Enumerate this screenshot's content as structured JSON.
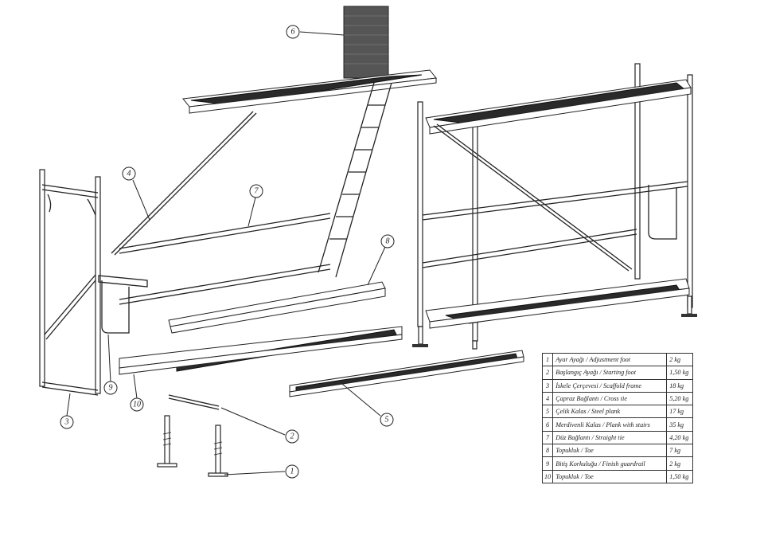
{
  "callouts": [
    "1",
    "2",
    "3",
    "4",
    "5",
    "6",
    "7",
    "8",
    "9",
    "10"
  ],
  "parts_table": [
    {
      "no": "1",
      "name": "Ayar Ayağı / Adjustment foot",
      "weight": "2 kg"
    },
    {
      "no": "2",
      "name": "Başlangıç Ayağı / Starting foot",
      "weight": "1,50 kg"
    },
    {
      "no": "3",
      "name": "İskele Çerçevesi / Scaffold frame",
      "weight": "18 kg"
    },
    {
      "no": "4",
      "name": "Çapraz Bağlantı / Cross tie",
      "weight": "5,20 kg"
    },
    {
      "no": "5",
      "name": "Çelik Kalas / Steel plank",
      "weight": "17 kg"
    },
    {
      "no": "6",
      "name": "Merdivenli Kalas / Plank with stairs",
      "weight": "35 kg"
    },
    {
      "no": "7",
      "name": "Düz Bağlantı / Straight tie",
      "weight": "4,20 kg"
    },
    {
      "no": "8",
      "name": "Topukluk / Toe",
      "weight": "7 kg"
    },
    {
      "no": "9",
      "name": "Bitiş Korkuluğu / Finish guardrail",
      "weight": "2 kg"
    },
    {
      "no": "10",
      "name": "Topukluk / Toe",
      "weight": "1,50 kg"
    }
  ]
}
